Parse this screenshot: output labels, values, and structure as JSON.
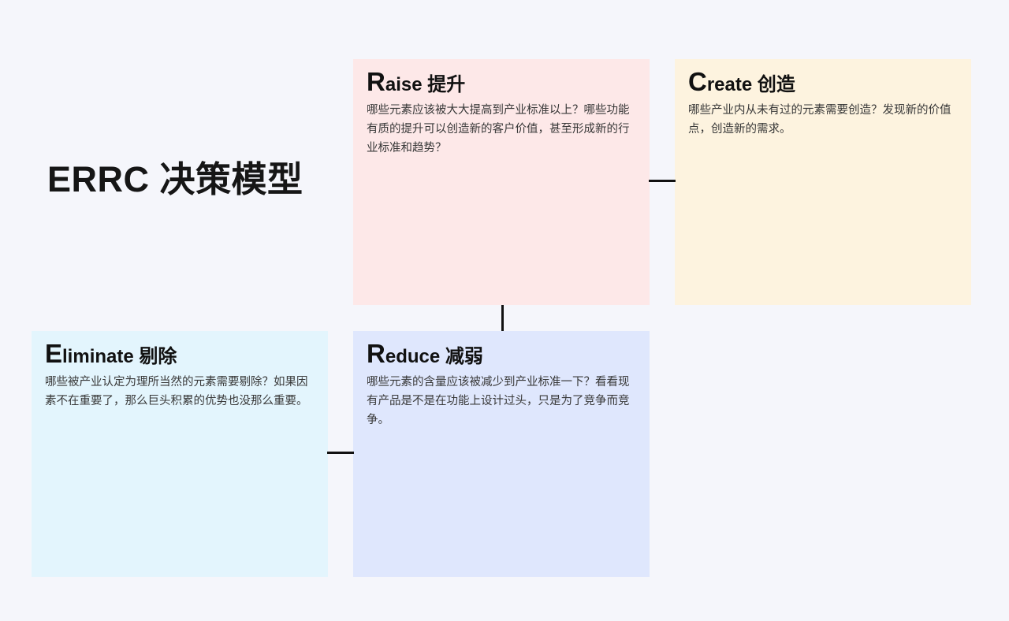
{
  "page": {
    "title": "ERRC 决策模型",
    "background_color": "#f5f6fb",
    "connector_color": "#111111"
  },
  "cards": {
    "raise": {
      "initial": "R",
      "title_rest": "aise 提升",
      "body": "哪些元素应该被大大提高到产业标准以上？哪些功能有质的提升可以创造新的客户价值，甚至形成新的行业标准和趋势？",
      "color": "#fde8e8"
    },
    "create": {
      "initial": "C",
      "title_rest": "reate 创造",
      "body": "哪些产业内从未有过的元素需要创造？发现新的价值点，创造新的需求。",
      "color": "#fdf3df"
    },
    "eliminate": {
      "initial": "E",
      "title_rest": "liminate 剔除",
      "body": "哪些被产业认定为理所当然的元素需要剔除？如果因素不在重要了，那么巨头积累的优势也没那么重要。",
      "color": "#e3f5fd"
    },
    "reduce": {
      "initial": "R",
      "title_rest": "educe 减弱",
      "body": "哪些元素的含量应该被减少到产业标准一下？看看现有产品是不是在功能上设计过头，只是为了竞争而竞争。",
      "color": "#dfe7fd"
    }
  }
}
